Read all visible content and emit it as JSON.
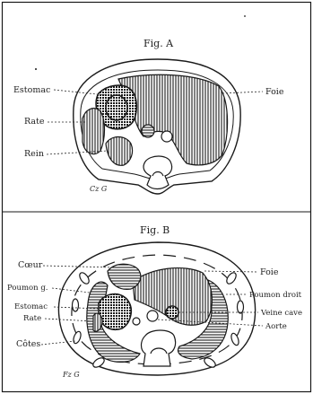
{
  "fig_a": {
    "title": "Fig. A",
    "labels": {
      "estomac": "Estomac",
      "rate": "Rate",
      "rein": "Rein",
      "foie": "Foie"
    },
    "signature": "Cz G"
  },
  "fig_b": {
    "title": "Fig. B",
    "labels": {
      "coeur": "Cœur",
      "poumon_g": "Poumon g.",
      "estomac": "Estomac",
      "rate": "Rate",
      "cotes": "Côtes",
      "foie": "Foie",
      "poumon_droit": "Poumon droit",
      "veine_cave": "Veine cave",
      "aorte": "Aorte"
    },
    "signature": "Fz G"
  },
  "colors": {
    "ink": "#1a1a1a",
    "paper": "#ffffff"
  }
}
